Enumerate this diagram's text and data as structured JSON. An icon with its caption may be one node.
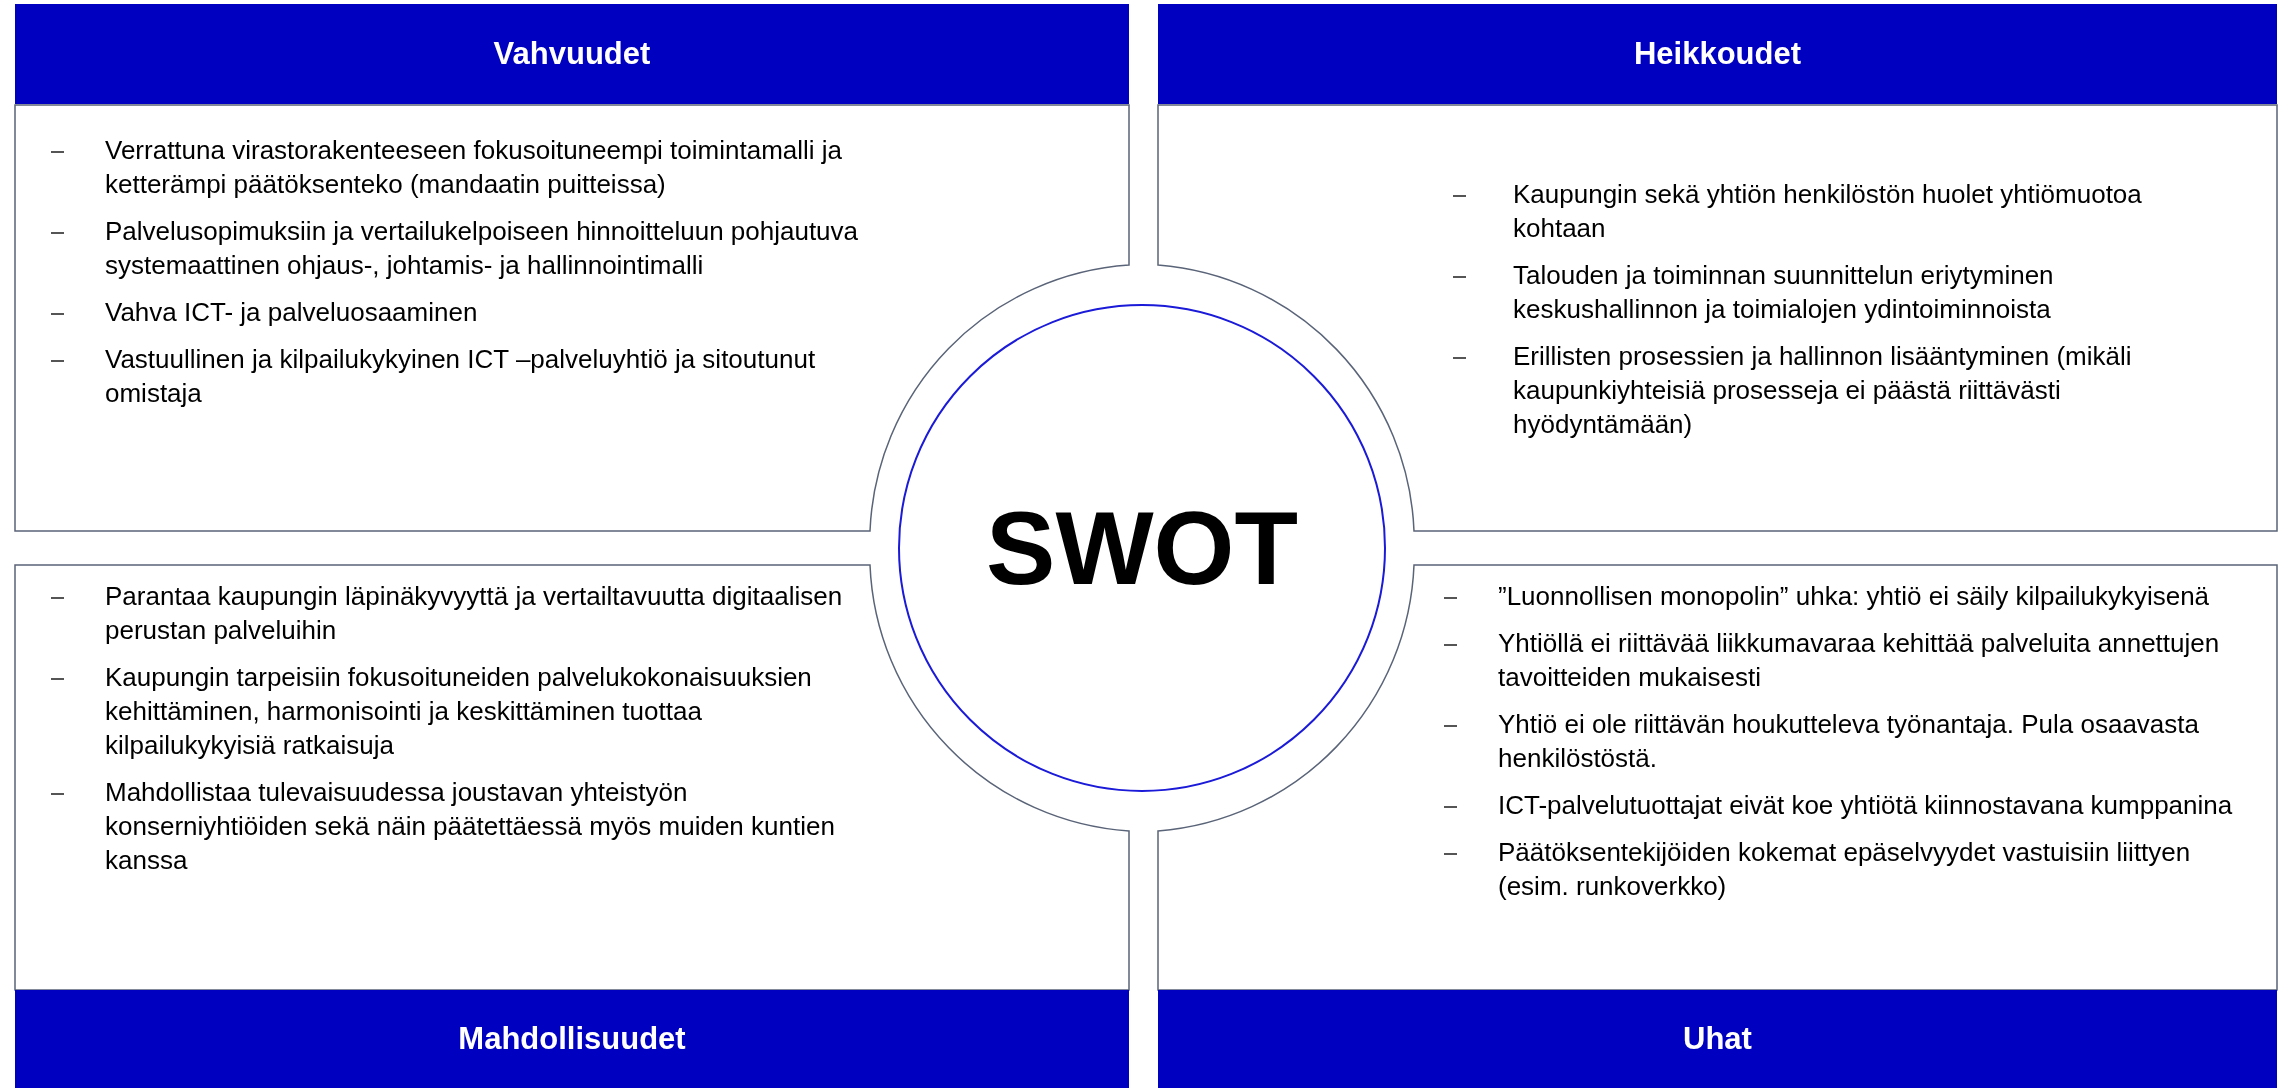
{
  "diagram": {
    "nodes": [
      {
        "text": [
          "Vahvuudet"
        ]
      },
      {
        "text": [
          "Verrattuna virastorakenteeseen fokusoituneempi toimintamalli ja ketterämpi päätöksenteko (mandaatin puitteissa)",
          "Palvelusopimuksiin ja vertailukelpoiseen hinnoitteluun pohjautuva systemaattinen ohjaus-, johtamis- ja hallinnointimalli",
          "Vahva ICT- ja palveluosaaminen",
          "Vastuullinen ja kilpailukykyinen ICT –palveluyhtiö ja sitoutunut omistaja"
        ]
      },
      {
        "text": [
          "Heikkoudet"
        ]
      },
      {
        "text": [
          "Kaupungin sekä yhtiön henkilöstön huolet yhtiömuotoa kohtaan",
          "Talouden ja toiminnan suunnittelun eriytyminen keskushallinnon ja toimialojen ydintoiminnoista",
          "Erillisten prosessien ja hallinnon lisääntyminen (mikäli kaupunkiyhteisiä prosesseja ei päästä riittävästi hyödyntämään)"
        ]
      },
      {
        "text": [
          "SWOT"
        ]
      },
      {
        "text": [
          "Parantaa kaupungin läpinäkyvyyttä ja vertailtavuutta digitaalisen perustan palveluihin",
          "Kaupungin tarpeisiin fokusoituneiden palvelukokonaisuuksien kehittäminen, harmonisointi ja keskittäminen tuottaa kilpailukykyisiä ratkaisuja",
          "Mahdollistaa tulevaisuudessa joustavan yhteistyön konserniyhtiöiden sekä näin päätettäessä myös muiden kuntien kanssa"
        ]
      },
      {
        "text": [
          "”Luonnollisen monopolin” uhka: yhtiö ei säily kilpailukykyisenä",
          "Yhtiöllä ei riittävää liikkumavaraa kehittää palveluita annettujen tavoitteiden mukaisesti",
          "Yhtiö ei ole riittävän houkutteleva työnantaja. Pula osaavasta henkilöstöstä.",
          "ICT-palvelutuottajat eivät koe yhtiötä kiinnostavana kumppanina",
          "Päätöksentekijöiden kokemat epäselvyydet vastuisiin liittyen (esim. runkoverkko)"
        ]
      },
      {
        "text": [
          "Mahdollisuudet"
        ]
      },
      {
        "text": [
          "Uhat"
        ]
      }
    ]
  }
}
